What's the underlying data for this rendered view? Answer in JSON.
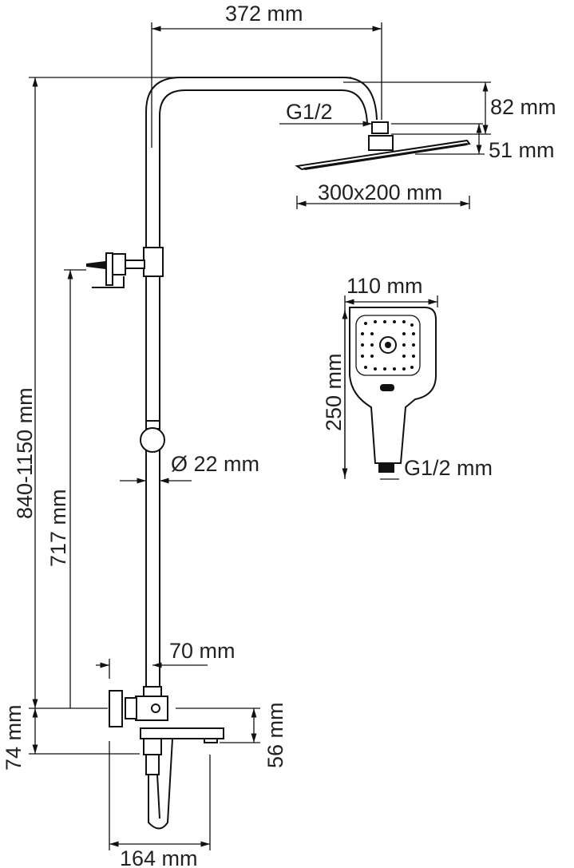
{
  "title": "Shower system dimensional drawing",
  "dimensions": {
    "arm_reach": "372 mm",
    "head_connection": "G1/2",
    "arm_drop": "82 mm",
    "head_height": "51 mm",
    "head_size": "300x200 mm",
    "handshower_width": "110 mm",
    "handshower_length": "250 mm",
    "handshower_connection": "G1/2 mm",
    "total_height": "840-1150 mm",
    "holder_height": "717 mm",
    "pipe_diameter": "Ø 22 mm",
    "pipe_offset": "70 mm",
    "mixer_height": "74 mm",
    "spout_drop": "56 mm",
    "spout_reach": "164 mm"
  }
}
